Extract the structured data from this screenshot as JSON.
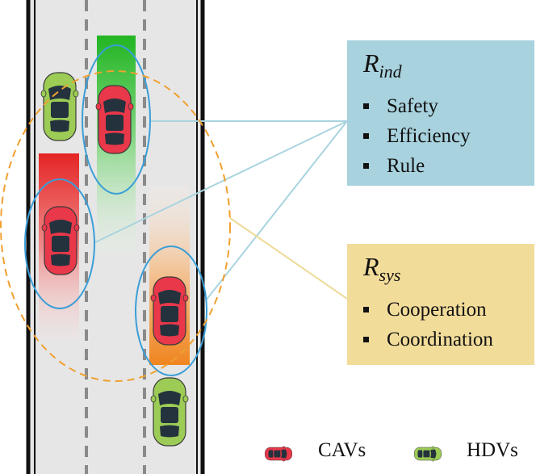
{
  "individual_reward": {
    "symbol": "R",
    "subscript": "ind",
    "items": [
      "Safety",
      "Efficiency",
      "Rule"
    ]
  },
  "system_reward": {
    "symbol": "R",
    "subscript": "sys",
    "items": [
      "Cooperation",
      "Coordination"
    ]
  },
  "legend": {
    "cav_label": "CAVs",
    "hdv_label": "HDVs"
  },
  "colors": {
    "cav": "#e8384a",
    "hdv": "#9ccc55",
    "individual_box": "#a8d2de",
    "system_box": "#f2dc9a",
    "agent_ellipse": "#3a9ed8",
    "group_ellipse": "#f0a030"
  }
}
